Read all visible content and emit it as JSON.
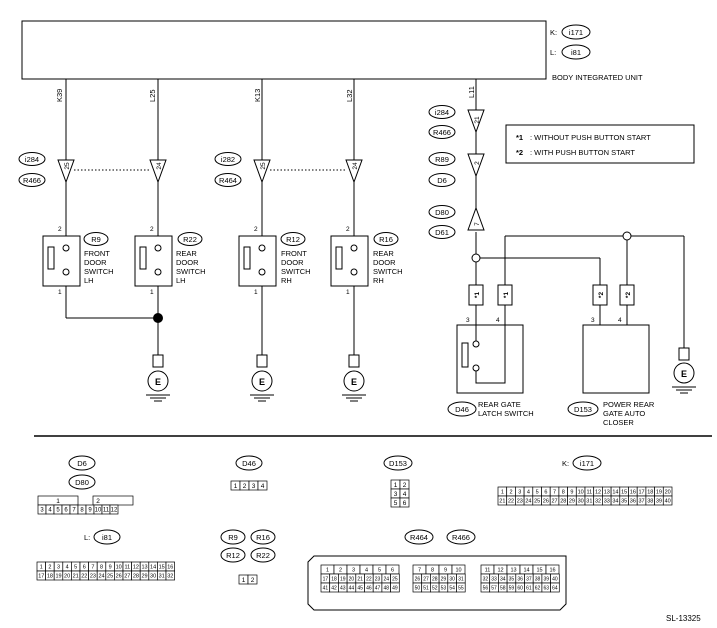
{
  "bcm": {
    "name": "BODY INTEGRATED UNIT",
    "k_prefix": "K:",
    "k_conn": "i171",
    "l_prefix": "L:",
    "l_conn": "i81",
    "pins": [
      "K39",
      "L25",
      "K13",
      "L32",
      "L11"
    ]
  },
  "junctions": {
    "j1": [
      "i284",
      "R466"
    ],
    "j2": [
      "i282",
      "R464"
    ],
    "l11": [
      "i284",
      "R466",
      "R89",
      "D6",
      "D80",
      "D61"
    ],
    "pin_a": "25",
    "pin_b": "24",
    "pin_c": "25",
    "pin_d": "24",
    "l11_pin1": "21",
    "l11_pin2": "2",
    "l11_pin3": "7"
  },
  "switches": [
    {
      "conn": "R9",
      "lines": [
        "FRONT",
        "DOOR",
        "SWITCH",
        "LH"
      ],
      "top_pin": "2",
      "bottom_pin": "1"
    },
    {
      "conn": "R22",
      "lines": [
        "REAR",
        "DOOR",
        "SWITCH",
        "LH"
      ],
      "top_pin": "2",
      "bottom_pin": "1"
    },
    {
      "conn": "R12",
      "lines": [
        "FRONT",
        "DOOR",
        "SWITCH",
        "RH"
      ],
      "top_pin": "2",
      "bottom_pin": "1"
    },
    {
      "conn": "R16",
      "lines": [
        "REAR",
        "DOOR",
        "SWITCH",
        "RH"
      ],
      "top_pin": "2",
      "bottom_pin": "1"
    }
  ],
  "ground_label": "E",
  "legend": {
    "row1_mark": "*1",
    "row1_text": ": WITHOUT PUSH BUTTON START",
    "row2_mark": "*2",
    "row2_text": ": WITH PUSH BUTTON START"
  },
  "rear_gate": {
    "latch_conn": "D46",
    "latch_lines": [
      "REAR GATE",
      "LATCH SWITCH"
    ],
    "closer_conn": "D153",
    "closer_lines": [
      "POWER REAR",
      "GATE AUTO",
      "CLOSER"
    ],
    "fuse_marks": [
      "*1",
      "*1",
      "*2",
      "*2"
    ],
    "pin_labels": [
      "3",
      "4",
      "3",
      "4"
    ]
  },
  "connectors": {
    "d6_labels": [
      "D6",
      "D80"
    ],
    "d6_top": [
      "1",
      "2"
    ],
    "d6_bottom": [
      "3",
      "4",
      "5",
      "6",
      "7",
      "8",
      "9",
      "10",
      "11",
      "12"
    ],
    "d46_label": "D46",
    "d46_pins": [
      "1",
      "2",
      "3",
      "4"
    ],
    "d153_label": "D153",
    "d153_pins": [
      "1",
      "2",
      "3",
      "4",
      "5",
      "6"
    ],
    "i171_prefix": "K:",
    "i171_label": "i171",
    "i171_row1": [
      "1",
      "2",
      "3",
      "4",
      "5",
      "6",
      "7",
      "8",
      "9",
      "10",
      "11",
      "12",
      "13",
      "14",
      "15",
      "16",
      "17",
      "18",
      "19",
      "20"
    ],
    "i171_row2": [
      "21",
      "22",
      "23",
      "24",
      "25",
      "26",
      "27",
      "28",
      "29",
      "30",
      "31",
      "32",
      "33",
      "34",
      "35",
      "36",
      "37",
      "38",
      "39",
      "40"
    ],
    "i81_prefix": "L:",
    "i81_label": "i81",
    "i81_row1": [
      "1",
      "2",
      "3",
      "4",
      "5",
      "6",
      "7",
      "8",
      "9",
      "10",
      "11",
      "12",
      "13",
      "14",
      "15",
      "16"
    ],
    "i81_row2": [
      "17",
      "18",
      "19",
      "20",
      "21",
      "22",
      "23",
      "24",
      "25",
      "26",
      "27",
      "28",
      "29",
      "30",
      "31",
      "32"
    ],
    "r9_labels": [
      "R9",
      "R16",
      "R12",
      "R22"
    ],
    "r9_pins": [
      "1",
      "2"
    ],
    "r464_labels": [
      "R464",
      "R466"
    ],
    "r464_g1_r1": [
      "1",
      "2",
      "3",
      "4",
      "5",
      "6"
    ],
    "r464_g1_r2": [
      "17",
      "18",
      "19",
      "20",
      "21",
      "22",
      "23",
      "24",
      "25"
    ],
    "r464_g1_r3": [
      "41",
      "42",
      "43",
      "44",
      "45",
      "46",
      "47",
      "48",
      "49"
    ],
    "r464_g2_r1": [
      "7",
      "8",
      "9",
      "10"
    ],
    "r464_g2_r2": [
      "26",
      "27",
      "28",
      "29",
      "30",
      "31"
    ],
    "r464_g2_r3": [
      "50",
      "51",
      "52",
      "53",
      "54",
      "55"
    ],
    "r464_g3_r1": [
      "11",
      "12",
      "13",
      "14",
      "15",
      "16"
    ],
    "r464_g3_r2": [
      "32",
      "33",
      "34",
      "35",
      "36",
      "37",
      "38",
      "39",
      "40"
    ],
    "r464_g3_r3": [
      "56",
      "57",
      "58",
      "59",
      "60",
      "61",
      "62",
      "63",
      "64"
    ]
  },
  "figure_id": "SL-13325"
}
